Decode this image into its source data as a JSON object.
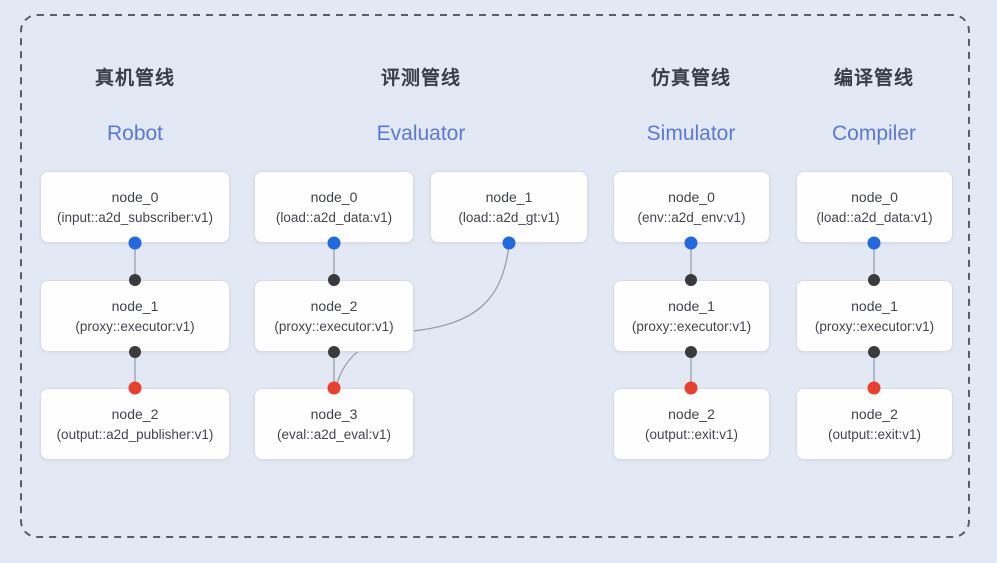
{
  "diagram": {
    "kind": "pipeline-node-graph",
    "background": "#e3e8f5",
    "dashed_border_color": "#585d66"
  },
  "colors": {
    "port_blue": "#2268e0",
    "port_black": "#3b3b3d",
    "port_red": "#e9402e",
    "edge": "#929aa8",
    "title_en": "#5b79d2",
    "title_zh": "#383d46"
  },
  "pipelines": [
    {
      "id": "robot",
      "title_zh": "真机管线",
      "title_en": "Robot",
      "nodes": [
        {
          "title": "node_0",
          "sub": "(input::a2d_subscriber:v1)"
        },
        {
          "title": "node_1",
          "sub": "(proxy::executor:v1)"
        },
        {
          "title": "node_2",
          "sub": "(output::a2d_publisher:v1)"
        }
      ]
    },
    {
      "id": "evaluator",
      "title_zh": "评测管线",
      "title_en": "Evaluator",
      "nodes": [
        {
          "title": "node_0",
          "sub": "(load::a2d_data:v1)"
        },
        {
          "title": "node_1",
          "sub": "(load::a2d_gt:v1)"
        },
        {
          "title": "node_2",
          "sub": "(proxy::executor:v1)"
        },
        {
          "title": "node_3",
          "sub": "(eval::a2d_eval:v1)"
        }
      ]
    },
    {
      "id": "simulator",
      "title_zh": "仿真管线",
      "title_en": "Simulator",
      "nodes": [
        {
          "title": "node_0",
          "sub": "(env::a2d_env:v1)"
        },
        {
          "title": "node_1",
          "sub": "(proxy::executor:v1)"
        },
        {
          "title": "node_2",
          "sub": "(output::exit:v1)"
        }
      ]
    },
    {
      "id": "compiler",
      "title_zh": "编译管线",
      "title_en": "Compiler",
      "nodes": [
        {
          "title": "node_0",
          "sub": "(load::a2d_data:v1)"
        },
        {
          "title": "node_1",
          "sub": "(proxy::executor:v1)"
        },
        {
          "title": "node_2",
          "sub": "(output::exit:v1)"
        }
      ]
    }
  ],
  "edges": [
    {
      "from": "robot.node_0",
      "to": "robot.node_1",
      "from_port": "blue",
      "to_port": "black"
    },
    {
      "from": "robot.node_1",
      "to": "robot.node_2",
      "from_port": "black",
      "to_port": "red"
    },
    {
      "from": "evaluator.node_0",
      "to": "evaluator.node_2",
      "from_port": "blue",
      "to_port": "black"
    },
    {
      "from": "evaluator.node_2",
      "to": "evaluator.node_3",
      "from_port": "black",
      "to_port": "red"
    },
    {
      "from": "evaluator.node_1",
      "to": "evaluator.node_3",
      "from_port": "blue",
      "to_port": "red",
      "shape": "curved-around-node_2"
    },
    {
      "from": "simulator.node_0",
      "to": "simulator.node_1",
      "from_port": "blue",
      "to_port": "black"
    },
    {
      "from": "simulator.node_1",
      "to": "simulator.node_2",
      "from_port": "black",
      "to_port": "red"
    },
    {
      "from": "compiler.node_0",
      "to": "compiler.node_1",
      "from_port": "blue",
      "to_port": "black"
    },
    {
      "from": "compiler.node_1",
      "to": "compiler.node_2",
      "from_port": "black",
      "to_port": "red"
    }
  ]
}
